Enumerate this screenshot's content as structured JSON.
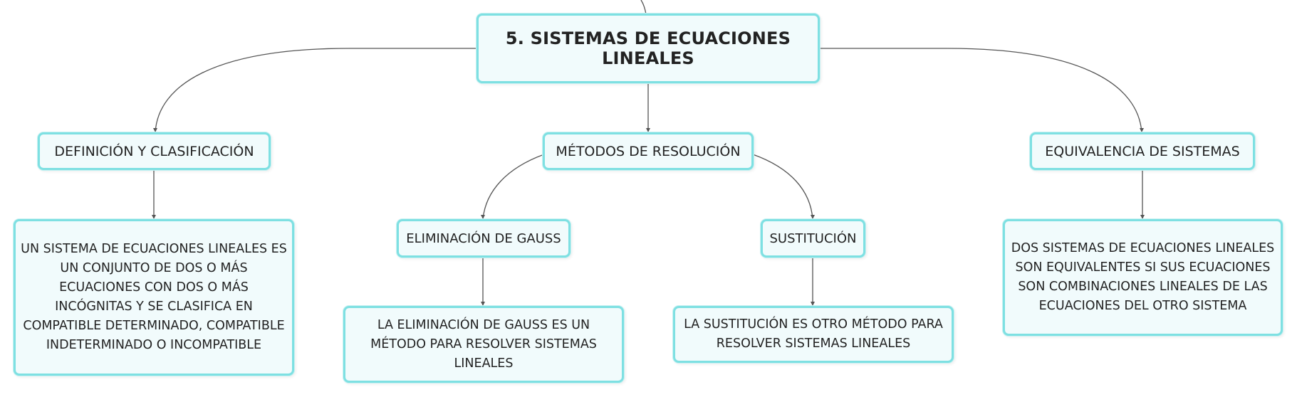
{
  "map": {
    "root": "5. SISTEMAS DE ECUACIONES LINEALES",
    "definicion": {
      "label": "DEFINICIÓN Y CLASIFICACIÓN",
      "text": "UN SISTEMA DE ECUACIONES LINEALES ES UN CONJUNTO DE DOS O MÁS ECUACIONES CON DOS O MÁS INCÓGNITAS Y SE CLASIFICA EN COMPATIBLE DETERMINADO, COMPATIBLE INDETERMINADO O INCOMPATIBLE"
    },
    "metodos": {
      "label": "MÉTODOS DE RESOLUCIÓN",
      "gauss": {
        "label": "ELIMINACIÓN DE GAUSS",
        "text": "LA ELIMINACIÓN DE GAUSS ES UN MÉTODO PARA RESOLVER SISTEMAS LINEALES"
      },
      "sustitucion": {
        "label": "SUSTITUCIÓN",
        "text": "LA SUSTITUCIÓN ES OTRO MÉTODO PARA RESOLVER SISTEMAS LINEALES"
      }
    },
    "equivalencia": {
      "label": "EQUIVALENCIA DE SISTEMAS",
      "text": "DOS SISTEMAS DE ECUACIONES LINEALES SON EQUIVALENTES SI SUS ECUACIONES SON COMBINACIONES LINEALES DE LAS ECUACIONES DEL OTRO SISTEMA"
    }
  },
  "colors": {
    "node_border": "#7ee0e2",
    "node_fill": "#f1fbfc",
    "connector": "#555555"
  }
}
